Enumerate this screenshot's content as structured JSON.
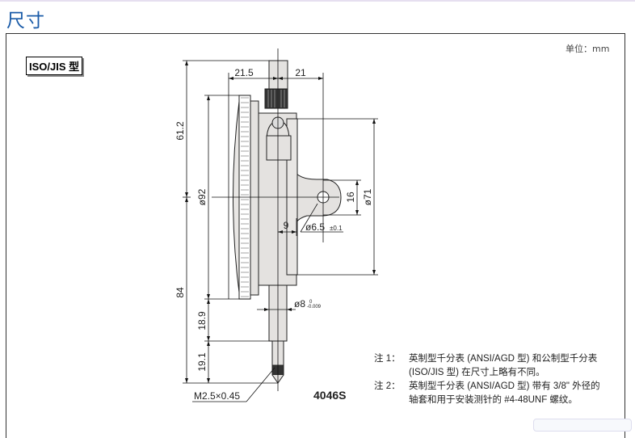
{
  "header": {
    "title": "尺寸"
  },
  "unit_label": "单位：mm",
  "type_label": "ISO/JIS 型",
  "model": "4046S",
  "dimensions": {
    "d215": "21.5",
    "d21": "21",
    "d612": "61.2",
    "d84": "84",
    "d92": "ø92",
    "d189": "18.9",
    "d191": "19.1",
    "d71": "ø71",
    "d16": "16",
    "d9": "9",
    "hole": "ø6.5",
    "hole_tol": "±0.1",
    "stem": "ø8",
    "stem_tol_upper": "0",
    "stem_tol_lower": "-0.009",
    "thread": "M2.5×0.45"
  },
  "notes": [
    {
      "label": "注 1：",
      "lines": [
        "英制型千分表 (ANSI/AGD 型) 和公制型千分表",
        "(ISO/JIS 型) 在尺寸上略有不同。"
      ]
    },
    {
      "label": "注 2：",
      "lines": [
        "英制型千分表 (ANSI/AGD 型) 带有 3/8\" 外径的",
        "轴套和用于安装测针的 #4-48UNF 螺纹。"
      ]
    }
  ]
}
